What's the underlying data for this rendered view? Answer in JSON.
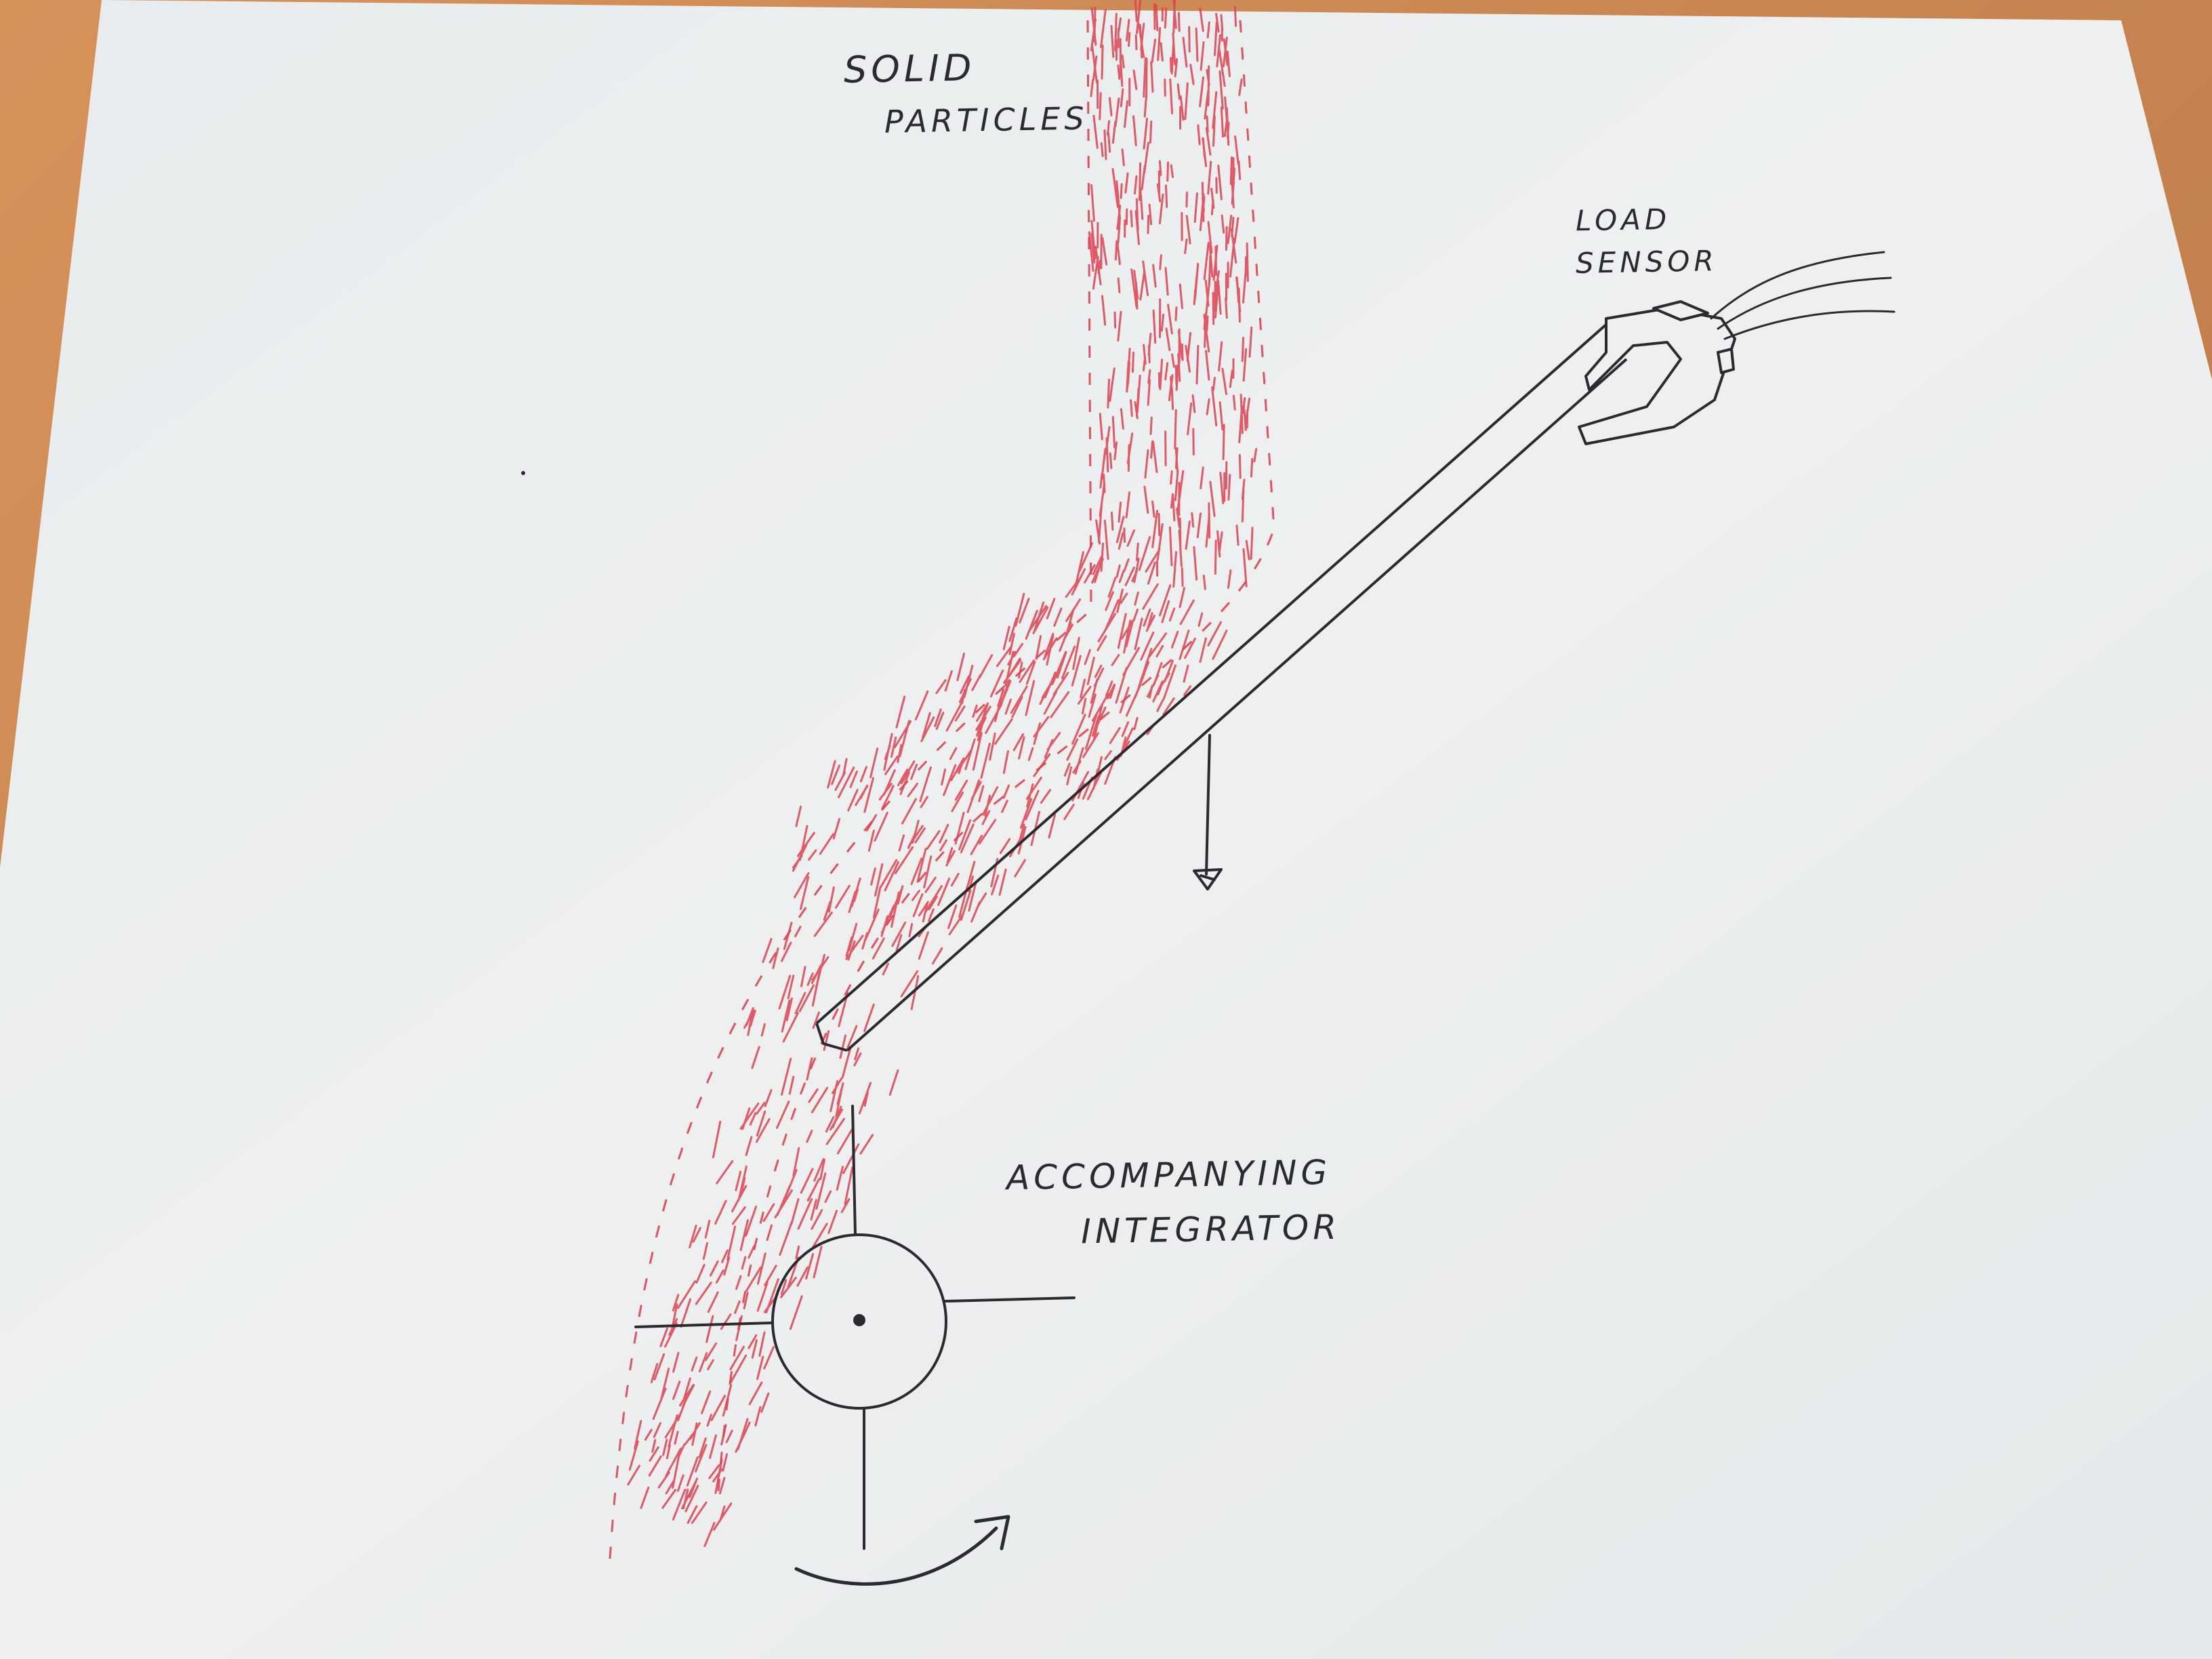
{
  "labels": {
    "solid_particles_line1": "SOLID",
    "solid_particles_line2": "PARTICLES",
    "load_sensor_line1": "LOAD",
    "load_sensor_line2": "SENSOR",
    "integrator_line1": "ACCOMPANYING",
    "integrator_line2": "INTEGRATOR"
  },
  "colors": {
    "paper": "#eef0f0",
    "ink": "#2a2a30",
    "particles": "#e0404f",
    "desk": "#c9874f"
  }
}
